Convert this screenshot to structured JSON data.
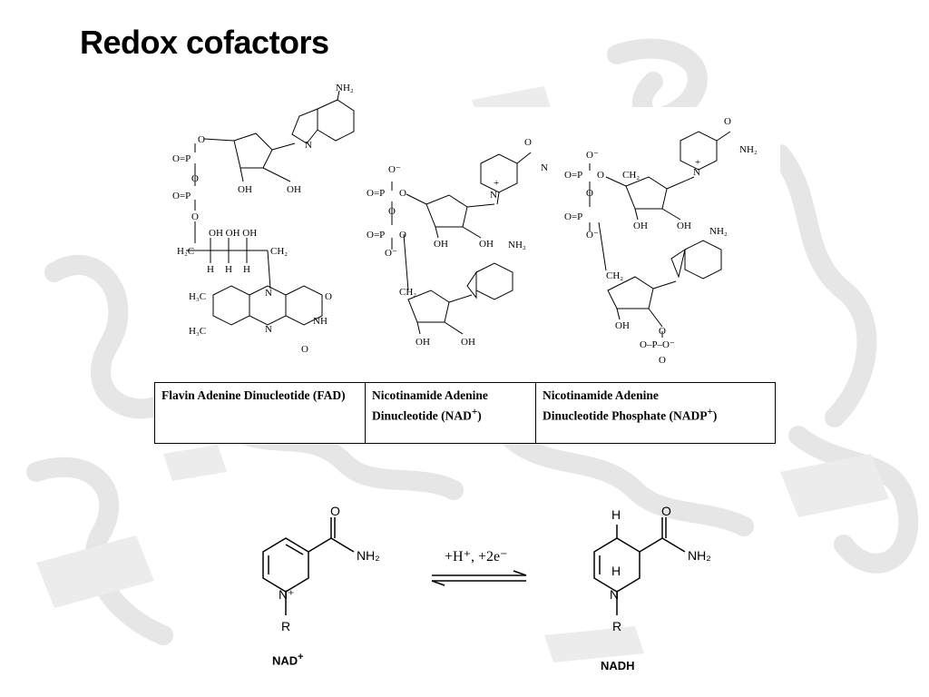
{
  "title": "Redox cofactors",
  "cofactors": [
    {
      "name": "Flavin Adenine Dinucleotide (FAD)"
    },
    {
      "name_line1": "Nicotinamide Adenine",
      "name_line2": "Dinucleotide (NAD",
      "sup": "+",
      "close": ")"
    },
    {
      "name_line1": "Nicotinamide Adenine",
      "name_line2": "Dinucleotide Phosphate (NADP",
      "sup": "+",
      "close": ")"
    }
  ],
  "reaction": {
    "conditions_text": "+H⁺, +2e⁻",
    "oxidized_label": "NAD",
    "oxidized_sup": "+",
    "reduced_label": "NADH"
  },
  "atoms": {
    "o": "O",
    "n": "N",
    "r": "R",
    "h": "H",
    "nh2": "NH₂",
    "p": "P",
    "oh": "OH",
    "ch2": "CH₂",
    "h2c": "H₂C",
    "h3c": "H₃C",
    "nh": "NH",
    "n_plus": "N⁺",
    "o_minus": "O⁻",
    "minus": "-",
    "plus": "+",
    "ohohoh": "OH OH OH",
    "o_eq_p": "O=P",
    "o_p_o": "O–P–O⁻"
  },
  "colors": {
    "background": "#ffffff",
    "ribbon": "#e4e4e4",
    "text": "#000000"
  }
}
